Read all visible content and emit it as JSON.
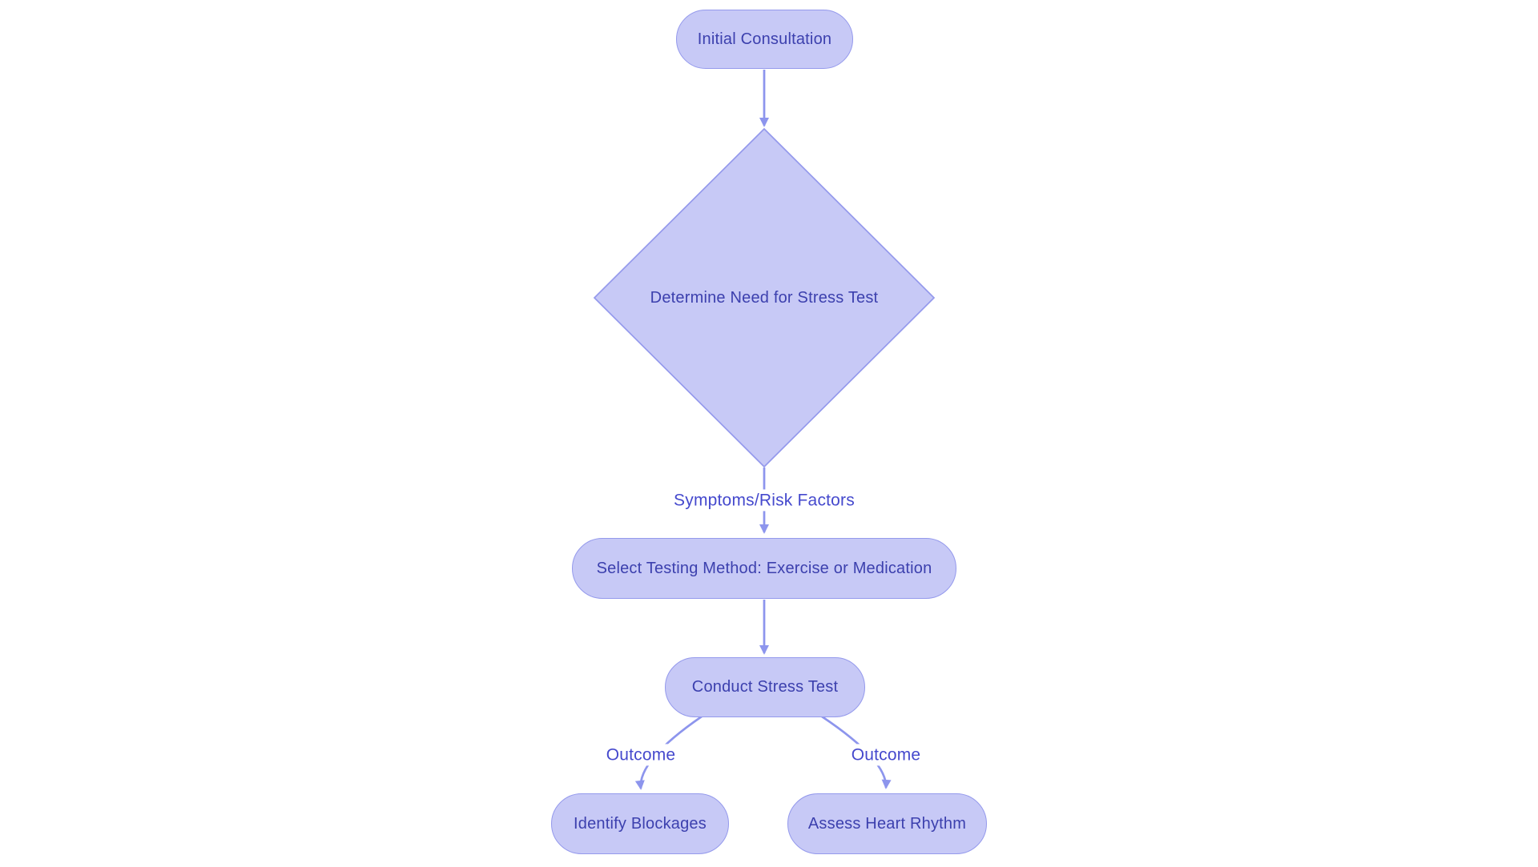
{
  "palette": {
    "page_bg": "#ffffff",
    "node_fill": "#c7c9f6",
    "node_border": "#9499ec",
    "node_text": "#3c40ae",
    "edge_color": "#8d95ed",
    "edge_label_text": "#4549cd",
    "edge_label_bg": "#ffffff"
  },
  "diagram": {
    "type": "flowchart",
    "direction": "top-down",
    "nodes": [
      {
        "id": "initial",
        "shape": "stadium",
        "label": "Initial Consultation"
      },
      {
        "id": "determine",
        "shape": "diamond",
        "label": "Determine Need for Stress Test"
      },
      {
        "id": "select",
        "shape": "stadium",
        "label": "Select Testing Method: Exercise or Medication"
      },
      {
        "id": "conduct",
        "shape": "stadium",
        "label": "Conduct Stress Test"
      },
      {
        "id": "identify",
        "shape": "stadium",
        "label": "Identify Blockages"
      },
      {
        "id": "assess",
        "shape": "stadium",
        "label": "Assess Heart Rhythm"
      }
    ],
    "edges": [
      {
        "from": "initial",
        "to": "determine",
        "label": ""
      },
      {
        "from": "determine",
        "to": "select",
        "label": "Symptoms/Risk Factors"
      },
      {
        "from": "select",
        "to": "conduct",
        "label": ""
      },
      {
        "from": "conduct",
        "to": "identify",
        "label": "Outcome"
      },
      {
        "from": "conduct",
        "to": "assess",
        "label": "Outcome"
      }
    ]
  }
}
